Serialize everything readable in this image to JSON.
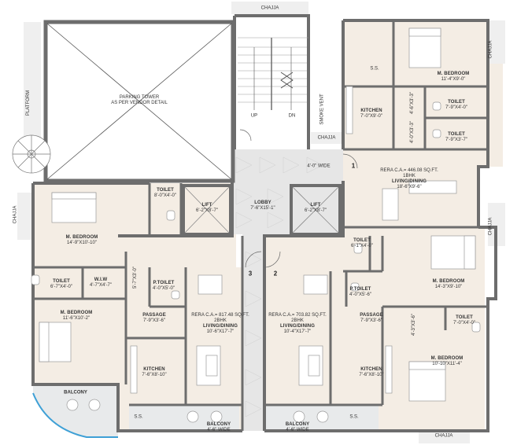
{
  "colors": {
    "floor": "#f4ede4",
    "lobby": "#e7e7e7",
    "wall": "#6d6d6d",
    "balcony": "#e9ebec",
    "water": "#3ea0d6"
  },
  "parking": {
    "text1": "PARKING TOWER",
    "text2": "AS PER VENDOR DETAIL"
  },
  "labels": {
    "chajja_top": "CHAJJA",
    "chajja_mid": "CHAJJA",
    "chajja_left": "CHAJJA",
    "chajja_right_top": "CHAJJA",
    "chajja_right_mid": "CHAJJA",
    "chajja_bottom": "CHAJJA",
    "platform": "PLATFORM",
    "smoke_vent": "SMOKE VENT",
    "up": "UP",
    "dn": "DN",
    "lobby_title": "LOBBY",
    "lobby_dim": "7'-6\"X15'-1\"",
    "wide_top": "4'-0\" WIDE",
    "lift_l_title": "LIFT",
    "lift_l_dim": "6'-2\"X8'-7\"",
    "lift_r_title": "LIFT",
    "lift_r_dim": "6'-2\"X8'-7\"",
    "ss_tr": "S.S.",
    "ss_bl": "S.S.",
    "ss_br": "S.S.",
    "unit1_num": "1",
    "unit2_num": "2",
    "unit3_num": "3"
  },
  "rooms": {
    "u1_bed_t": "M. BEDROOM",
    "u1_bed_d": "11'-4\"X9'-0\"",
    "u1_kit_t": "KITCHEN",
    "u1_kit_d": "7'-0\"X9'-0\"",
    "u1_toi1_t": "TOILET",
    "u1_toi1_d": "7'-9\"X4'-0\"",
    "u1_toi2_t": "TOILET",
    "u1_toi2_d": "7'-9\"X3'-7\"",
    "u1_rera1": "RERA C.A.= 446.08 SQ.FT.",
    "u1_rera2": "1BHK",
    "u1_liv_t": "LIVING/DINING",
    "u1_liv_d": "18'-6\"X9'-6\"",
    "u1_dim_a": "4'-6\"X3'-3\"",
    "u1_dim_b": "4'-0\"X3'-3\"",
    "u2_toi1_t": "TOILET",
    "u2_toi1_d": "6'-1\"X4'-0\"",
    "u2_bed_t": "M. BEDROOM",
    "u2_bed_d": "14'-3\"X9'-10\"",
    "u2_ptoi_t": "P.TOILET",
    "u2_ptoi_d": "4'-0\"X5'-6\"",
    "u2_pas_t": "PASSAGE",
    "u2_pas_d": "7'-9\"X3'-6\"",
    "u2_toi2_t": "TOILET",
    "u2_toi2_d": "7'-0\"X4'-0\"",
    "u2_rera1": "RERA C.A.= 703.82 SQ.FT.",
    "u2_rera2": "2BHK",
    "u2_liv_t": "LIVING/DINING",
    "u2_liv_d": "10'-4\"X17'-7\"",
    "u2_kit_t": "KITCHEN",
    "u2_kit_d": "7'-6\"X8'-10\"",
    "u2_bed2_t": "M. BEDROOM",
    "u2_bed2_d": "10'-10\"X11'-4\"",
    "u2_dim_c": "4'-3\"X3'-6\"",
    "u2_bal_t": "BALCONY",
    "u2_bal_d": "4'-6\" WIDE",
    "u3_toi_top_t": "TOILET",
    "u3_toi_top_d": "8'-0\"X4'-0\"",
    "u3_bed_t": "M. BEDROOM",
    "u3_bed_d": "14'-9\"X10'-10\"",
    "u3_toi_t": "TOILET",
    "u3_toi_d": "6'-7\"X4'-0\"",
    "u3_wiw_t": "W.I.W",
    "u3_wiw_d": "4'-7\"X4'-7\"",
    "u3_ptoi_t": "P.TOILET",
    "u3_ptoi_d": "4'-0\"X5'-0\"",
    "u3_pas_t": "PASSAGE",
    "u3_pas_d": "7'-9\"X3'-6\"",
    "u3_bed2_t": "M. BEDROOM",
    "u3_bed2_d": "11'-6\"X10'-2\"",
    "u3_rera1": "RERA C.A.= 817.48 SQ.FT.",
    "u3_rera2": "2BHK",
    "u3_liv_t": "LIVING/DINING",
    "u3_liv_d": "10'-6\"X17'-7\"",
    "u3_kit_t": "KITCHEN",
    "u3_kit_d": "7'-6\"X8'-10\"",
    "u3_bal_big": "BALCONY",
    "u3_bal_t": "BALCONY",
    "u3_bal_d": "4'-6\" WIDE",
    "u3_dim_v": "5'-7\"X3'-0\""
  }
}
